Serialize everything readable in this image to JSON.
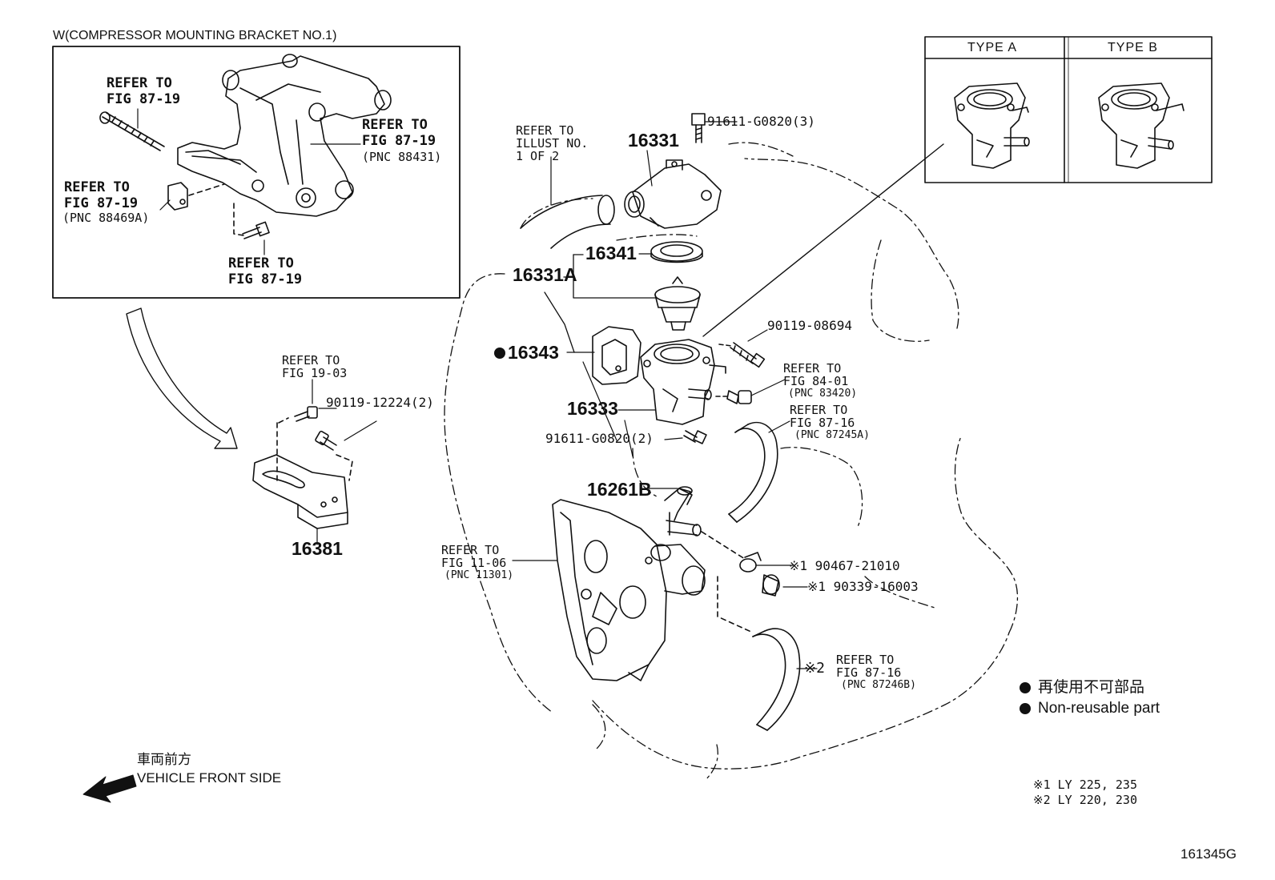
{
  "inset": {
    "title": "W(COMPRESSOR MOUNTING BRACKET NO.1)",
    "refer_bolt": "REFER TO\nFIG 87-19",
    "refer_upper": "REFER TO\nFIG 87-19",
    "refer_upper_pnc": "(PNC 88431)",
    "refer_left": "REFER TO\nFIG 87-19",
    "refer_left_pnc": "(PNC 88469A)",
    "refer_bottom": "REFER TO\nFIG 87-19"
  },
  "types": {
    "a": "TYPE A",
    "b": "TYPE B"
  },
  "parts": {
    "p16331": "16331",
    "p16341": "16341",
    "p16331A": "16331A",
    "p16343": "16343",
    "p16333": "16333",
    "p16261B": "16261B",
    "p16381": "16381",
    "p91611_3": "91611-G0820(3)",
    "p91611_2": "91611-G0820(2)",
    "p90119_08694": "90119-08694",
    "p90119_12224": "90119-12224(2)",
    "p90467": "※1 90467-21010",
    "p90339": "※1 90339-16003",
    "star2": "※2"
  },
  "refs": {
    "illust": "REFER TO\nILLUST NO.\n1 OF 2",
    "fig1903": "REFER TO\nFIG 19-03",
    "fig8401": "REFER TO\nFIG 84-01",
    "fig8401_pnc": "(PNC 83420)",
    "fig8716a": "REFER TO\nFIG 87-16",
    "fig8716a_pnc": "(PNC 87245A)",
    "fig1106": "REFER TO\nFIG 11-06",
    "fig1106_pnc": "(PNC 11301)",
    "fig8716b": "REFER TO\nFIG 87-16",
    "fig8716b_pnc": "(PNC 87246B)"
  },
  "legend": {
    "jp": "再使用不可部品",
    "en": "Non-reusable part"
  },
  "front": {
    "jp": "車両前方",
    "en": "VEHICLE FRONT SIDE"
  },
  "notes": {
    "n1": "※1  LY 225, 235",
    "n2": "※2  LY 220, 230"
  },
  "figure_id": "161345G"
}
